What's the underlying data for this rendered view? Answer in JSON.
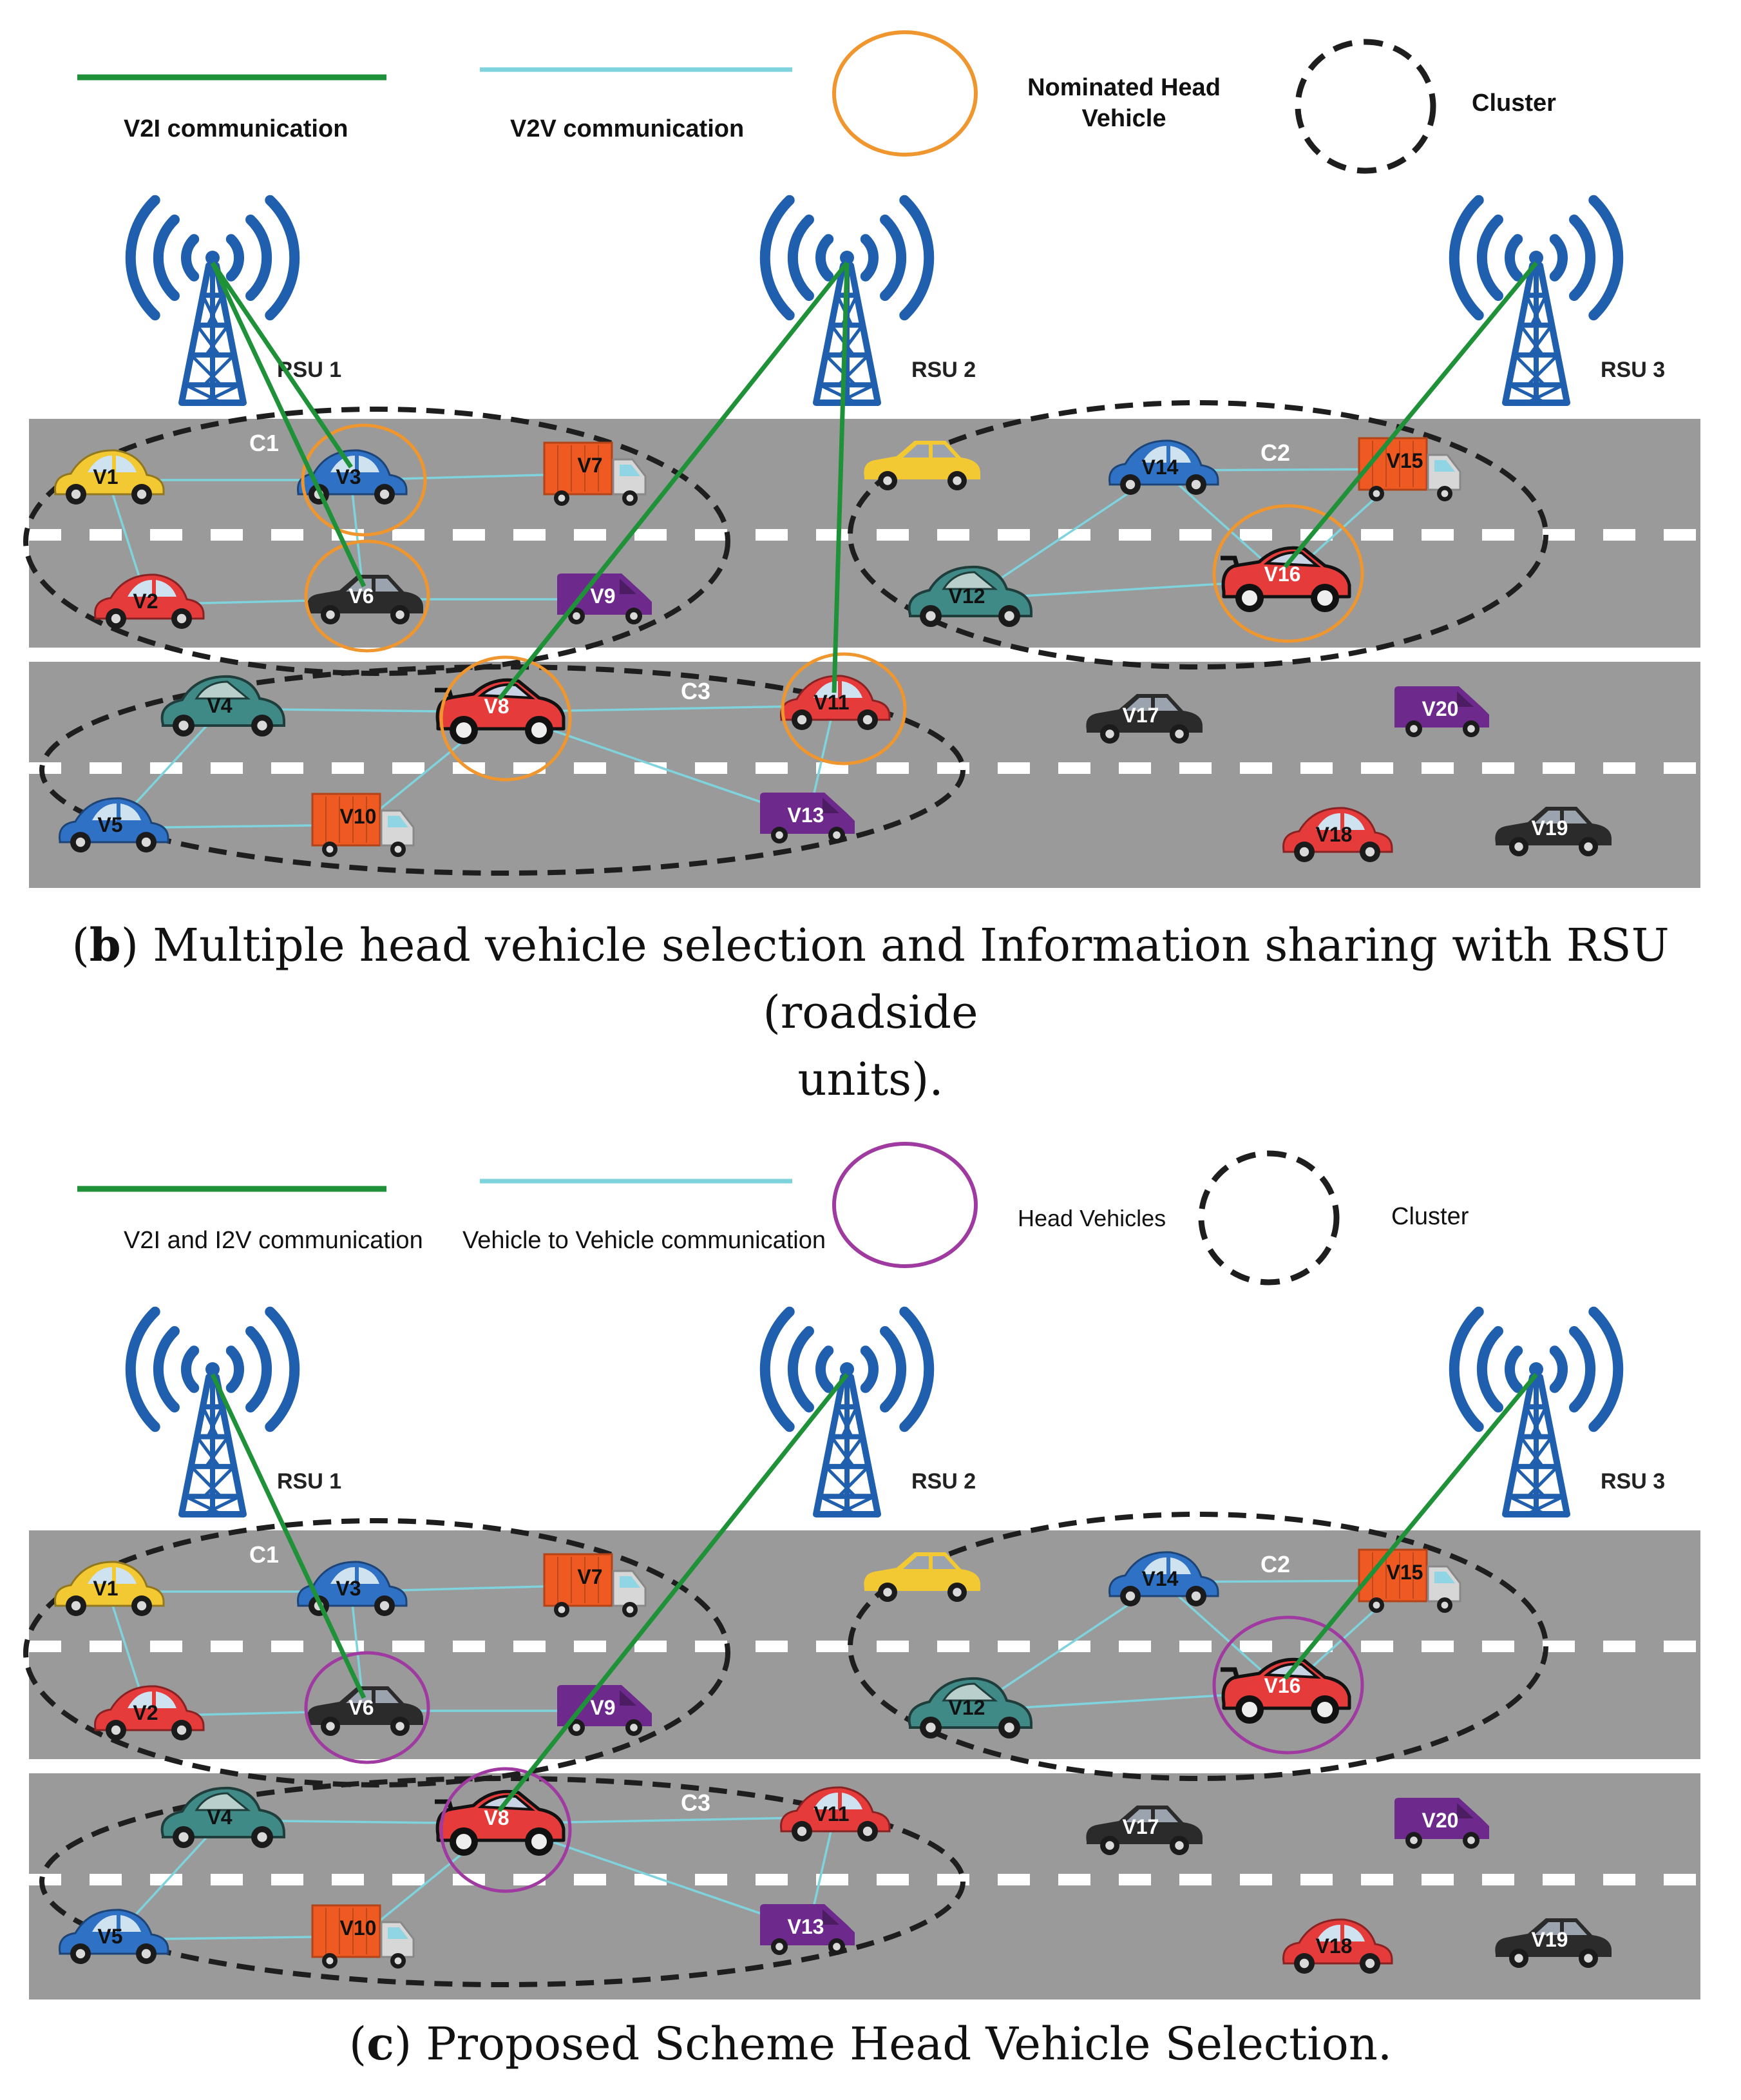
{
  "colors": {
    "road": "#9a9a9a",
    "lane_marking": "#ffffff",
    "v2i_link": "#1f9138",
    "v2v_link": "#7fd3dd",
    "cluster_ring": "#1e1e1e",
    "head_ring_b": "#f0962e",
    "head_ring_c": "#9e3aa0",
    "rsu_tower": "#1f5fae",
    "car_yellow": "#f2c833",
    "car_blue": "#2f71c4",
    "car_red": "#e53b3b",
    "car_black": "#2b2b2b",
    "car_teal": "#3f8a86",
    "truck_orange": "#ef5a23",
    "van_purple": "#6d2a8c"
  },
  "panels": [
    {
      "legend": {
        "v2i_label": "V2I communication",
        "v2v_label": "V2V communication",
        "head_label_line1": "Nominated Head",
        "head_label_line2": "Vehicle",
        "cluster_label": "Cluster",
        "bold": true
      },
      "rsus": [
        "RSU 1",
        "RSU 2",
        "RSU 3"
      ],
      "clusters": [
        "C1",
        "C2",
        "C3"
      ],
      "head_vehicles": [
        "V3",
        "V6",
        "V8",
        "V11",
        "V16"
      ],
      "caption_letter": "b",
      "caption_text_line1": "Multiple head vehicle selection and Information sharing with RSU (roadside",
      "caption_text_line2": "units)."
    },
    {
      "legend": {
        "v2i_label": "V2I and I2V communication",
        "v2v_label": "Vehicle to Vehicle communication",
        "head_label_line1": "Head Vehicles",
        "head_label_line2": "",
        "cluster_label": "Cluster",
        "bold": false
      },
      "rsus": [
        "RSU 1",
        "RSU 2",
        "RSU 3"
      ],
      "clusters": [
        "C1",
        "C2",
        "C3"
      ],
      "head_vehicles": [
        "V6",
        "V8",
        "V16"
      ],
      "caption_letter": "c",
      "caption_text_line1": "Proposed Scheme Head Vehicle Selection.",
      "caption_text_line2": ""
    }
  ],
  "vehicles": [
    {
      "id": "V1",
      "kind": "beetle",
      "color": "car_yellow"
    },
    {
      "id": "V2",
      "kind": "beetle",
      "color": "car_red"
    },
    {
      "id": "V3",
      "kind": "beetle",
      "color": "car_blue"
    },
    {
      "id": "V4",
      "kind": "classic",
      "color": "car_teal"
    },
    {
      "id": "V5",
      "kind": "beetle",
      "color": "car_blue"
    },
    {
      "id": "V6",
      "kind": "sedan",
      "color": "car_black"
    },
    {
      "id": "V7",
      "kind": "truck",
      "color": "truck_orange"
    },
    {
      "id": "V8",
      "kind": "sport",
      "color": "car_red"
    },
    {
      "id": "V9",
      "kind": "van",
      "color": "van_purple"
    },
    {
      "id": "V10",
      "kind": "truck",
      "color": "truck_orange"
    },
    {
      "id": "V11",
      "kind": "beetle",
      "color": "car_red"
    },
    {
      "id": "V12",
      "kind": "classic",
      "color": "car_teal"
    },
    {
      "id": "V13",
      "kind": "van",
      "color": "van_purple"
    },
    {
      "id": "V14",
      "kind": "beetle",
      "color": "car_blue"
    },
    {
      "id": "V15",
      "kind": "truck",
      "color": "truck_orange"
    },
    {
      "id": "V16",
      "kind": "sport",
      "color": "car_red"
    },
    {
      "id": "V17",
      "kind": "sedan",
      "color": "car_black"
    },
    {
      "id": "V18",
      "kind": "beetle",
      "color": "car_red"
    },
    {
      "id": "V19",
      "kind": "sedan",
      "color": "car_black"
    },
    {
      "id": "V20",
      "kind": "van",
      "color": "van_purple"
    },
    {
      "id": "",
      "kind": "sedan",
      "color": "car_yellow"
    }
  ],
  "v2v_links": [
    [
      "V1",
      "V3"
    ],
    [
      "V1",
      "V2"
    ],
    [
      "V2",
      "V6"
    ],
    [
      "V3",
      "V7"
    ],
    [
      "V3",
      "V6"
    ],
    [
      "V6",
      "V9"
    ],
    [
      "V4",
      "V8"
    ],
    [
      "V4",
      "V5"
    ],
    [
      "V5",
      "V10"
    ],
    [
      "V8",
      "V10"
    ],
    [
      "V8",
      "V11"
    ],
    [
      "V8",
      "V13"
    ],
    [
      "V11",
      "V13"
    ],
    [
      "V12",
      "V14"
    ],
    [
      "V14",
      "V16"
    ],
    [
      "V14",
      "V15"
    ],
    [
      "V15",
      "V16"
    ],
    [
      "V16",
      "V12"
    ]
  ],
  "v2i_links_b": [
    [
      "RSU 1",
      "V3"
    ],
    [
      "RSU 1",
      "V6"
    ],
    [
      "RSU 2",
      "V8"
    ],
    [
      "RSU 2",
      "V11"
    ],
    [
      "RSU 3",
      "V16"
    ]
  ],
  "v2i_links_c": [
    [
      "RSU 1",
      "V6"
    ],
    [
      "RSU 2",
      "V8"
    ],
    [
      "RSU 3",
      "V16"
    ]
  ]
}
